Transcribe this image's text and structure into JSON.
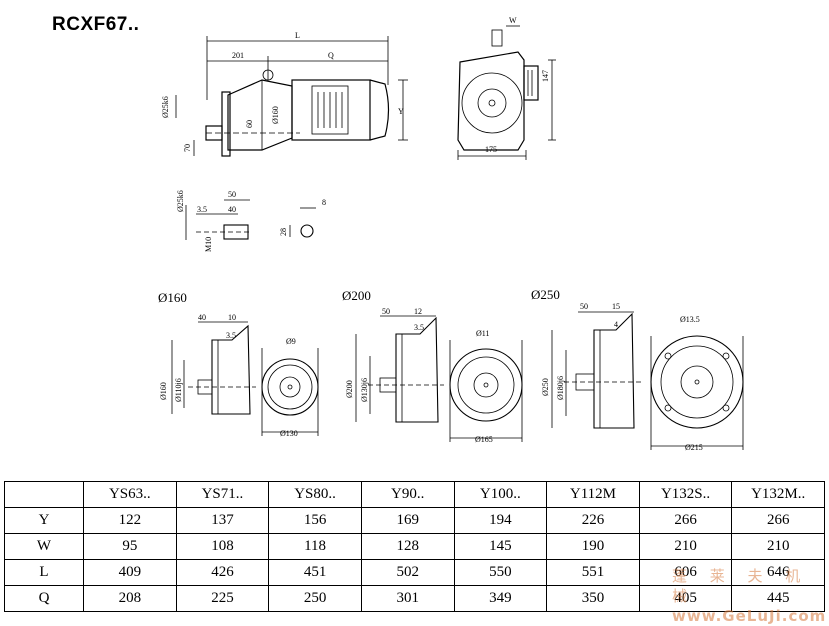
{
  "page": {
    "title": "RCXF67.."
  },
  "drawing": {
    "main": {
      "L": "L",
      "d201": "201",
      "Q": "Q",
      "shaft": "Ø25k6",
      "d70": "70",
      "d60": "60",
      "d160": "Ø160",
      "Y": "Y",
      "W": "W",
      "d147": "147",
      "d175": "175"
    },
    "shaft_detail": {
      "shaft": "Ø25k6",
      "d50": "50",
      "d35": "3.5",
      "d40": "40",
      "m10": "M10",
      "d28": "28",
      "d8": "8"
    },
    "flange160": {
      "label": "Ø160",
      "d40": "40",
      "d10": "10",
      "d35": "3.5",
      "hole": "Ø9",
      "outer": "Ø160",
      "spigot": "Ø110j6",
      "pcd": "Ø130"
    },
    "flange200": {
      "label": "Ø200",
      "d50": "50",
      "d12": "12",
      "d35": "3.5",
      "hole": "Ø11",
      "outer": "Ø200",
      "spigot": "Ø130j6",
      "pcd": "Ø165"
    },
    "flange250": {
      "label": "Ø250",
      "d50": "50",
      "d15": "15",
      "d4": "4",
      "hole": "Ø13.5",
      "outer": "Ø250",
      "spigot": "Ø180j6",
      "pcd": "Ø215"
    }
  },
  "table": {
    "columns": [
      "YS63..",
      "YS71..",
      "YS80..",
      "Y90..",
      "Y100..",
      "Y112M",
      "Y132S..",
      "Y132M.."
    ],
    "rows": [
      {
        "label": "Y",
        "values": [
          "122",
          "137",
          "156",
          "169",
          "194",
          "226",
          "266",
          "266"
        ]
      },
      {
        "label": "W",
        "values": [
          "95",
          "108",
          "118",
          "128",
          "145",
          "190",
          "210",
          "210"
        ]
      },
      {
        "label": "L",
        "values": [
          "409",
          "426",
          "451",
          "502",
          "550",
          "551",
          "606",
          "646"
        ]
      },
      {
        "label": "Q",
        "values": [
          "208",
          "225",
          "250",
          "301",
          "349",
          "350",
          "405",
          "445"
        ]
      }
    ]
  },
  "watermark": {
    "text": "蓬 莱 夫 机 械",
    "url": "www.GeLuJi.com",
    "color": "#d6783c"
  }
}
